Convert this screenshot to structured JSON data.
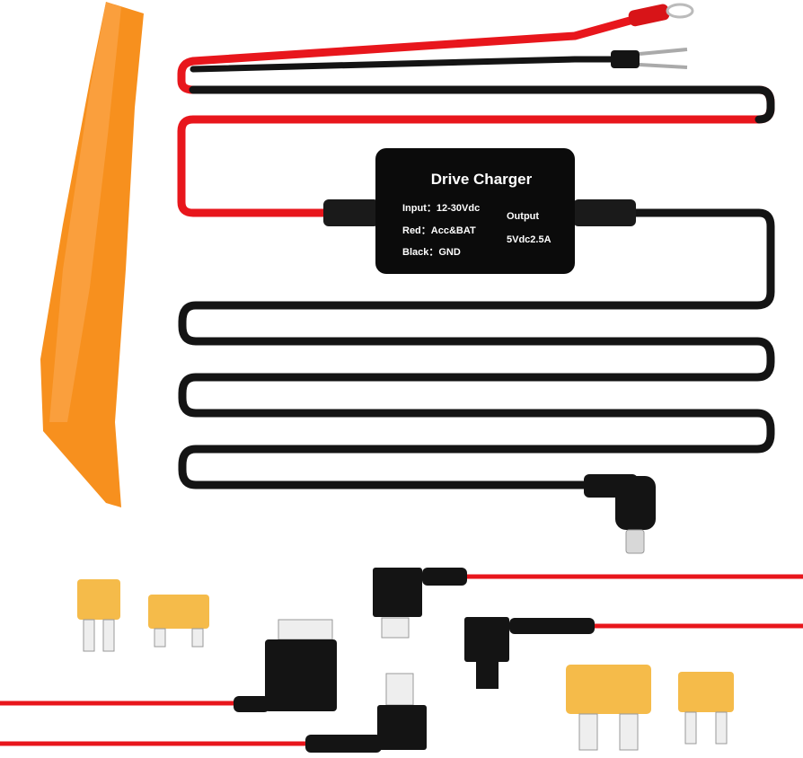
{
  "product": {
    "module": {
      "title": "Drive Charger",
      "input": "Input：12-30Vdc",
      "red": "Red：Acc&BAT",
      "black": "Black：GND",
      "output_label": "Output",
      "output_value": "5Vdc2.5A"
    }
  },
  "colors": {
    "pry_tool": "#f7901e",
    "wire_red": "#e8161c",
    "cable_black": "#141414",
    "fuse_amber": "#f4b436"
  }
}
